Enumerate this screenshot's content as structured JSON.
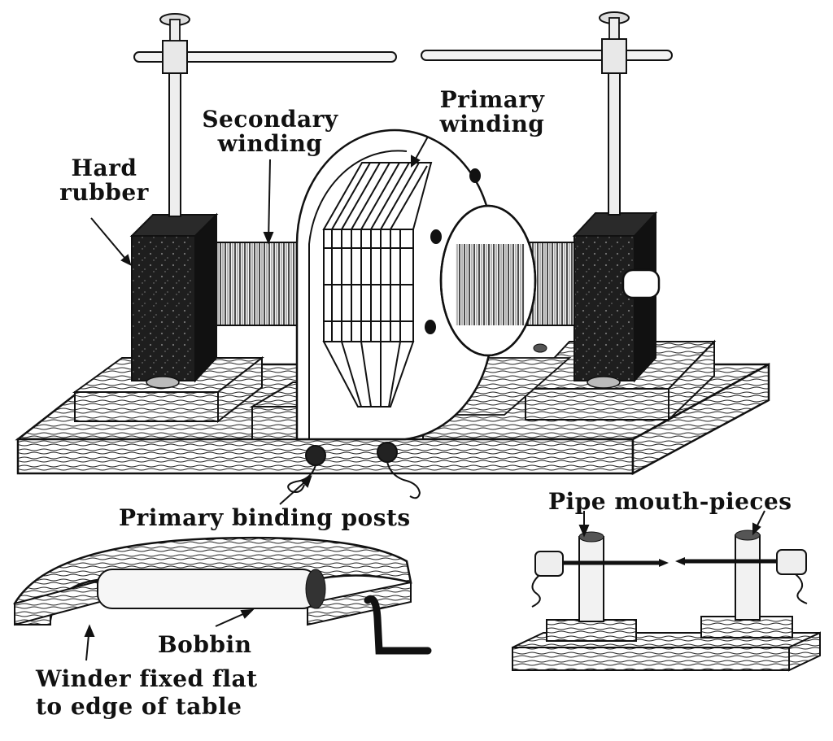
{
  "labels": {
    "hard_rubber": [
      "Hard",
      "rubber"
    ],
    "secondary_winding": [
      "Secondary",
      "winding"
    ],
    "primary_winding": [
      "Primary",
      "winding"
    ],
    "primary_binding_posts": "Primary binding posts",
    "pipe_mouth_pieces": "Pipe mouth-pieces",
    "bobbin": "Bobbin",
    "winder": [
      "Winder fixed flat",
      "to edge of table"
    ]
  },
  "colors": {
    "ink": "#111111",
    "rubber": "#1e1e1e",
    "paper": "#ffffff"
  }
}
